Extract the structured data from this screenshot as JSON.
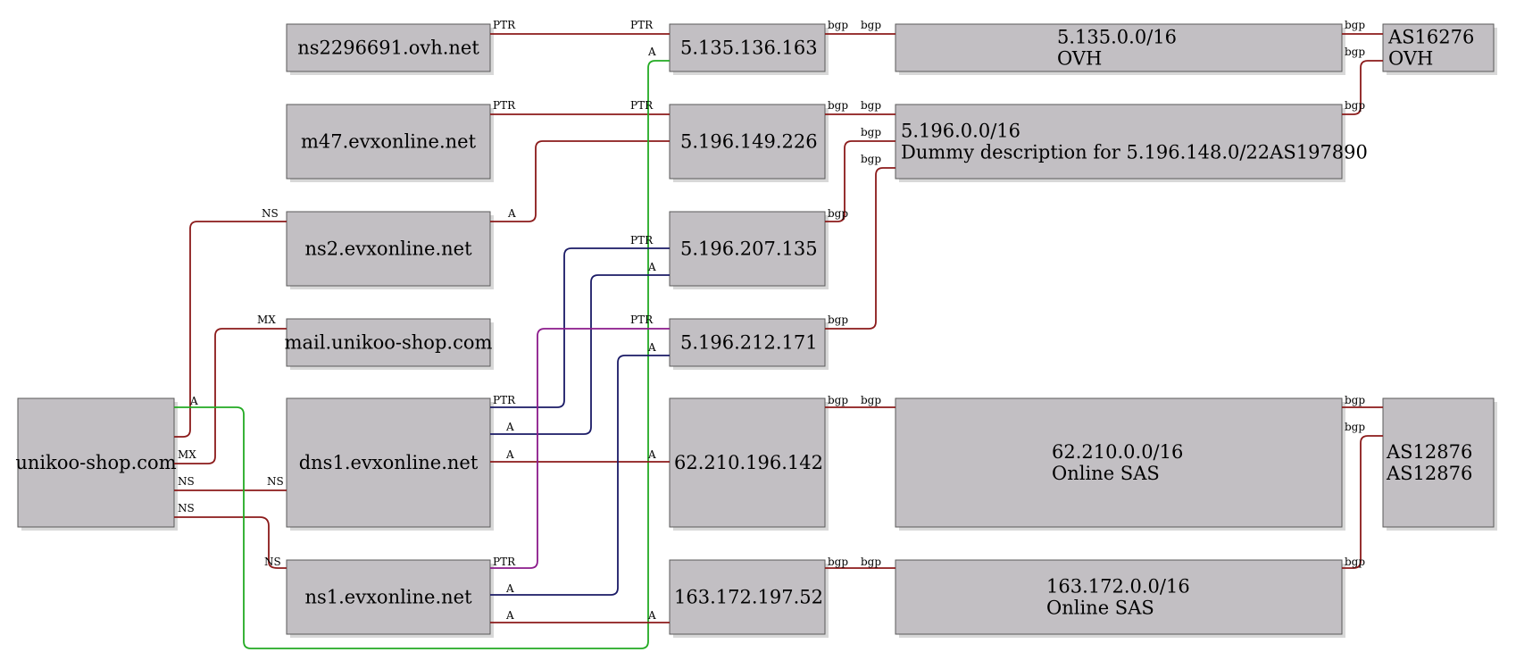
{
  "colors": {
    "node_fill": "#c2bfc3",
    "node_border": "#5a5a5a",
    "edge_red": "#8b1a1a",
    "edge_green": "#22aa22",
    "edge_navy": "#1a1a66",
    "edge_purple": "#8b1a8b"
  },
  "nodes": {
    "domain": [
      "unikoo-shop.com"
    ],
    "ns2296691": [
      "ns2296691.ovh.net"
    ],
    "m47": [
      "m47.evxonline.net"
    ],
    "ns2": [
      "ns2.evxonline.net"
    ],
    "mail": [
      "mail.unikoo-shop.com"
    ],
    "dns1": [
      "dns1.evxonline.net"
    ],
    "ns1": [
      "ns1.evxonline.net"
    ],
    "ip1": [
      "5.135.136.163"
    ],
    "ip2": [
      "5.196.149.226"
    ],
    "ip3": [
      "5.196.207.135"
    ],
    "ip4": [
      "5.196.212.171"
    ],
    "ip5": [
      "62.210.196.142"
    ],
    "ip6": [
      "163.172.197.52"
    ],
    "net1": [
      "5.135.0.0/16",
      "OVH"
    ],
    "net2": [
      "5.196.0.0/16",
      "Dummy description for 5.196.148.0/22AS197890"
    ],
    "net3": [
      "62.210.0.0/16",
      "Online SAS"
    ],
    "net4": [
      "163.172.0.0/16",
      "Online SAS"
    ],
    "as1": [
      "AS16276",
      "OVH"
    ],
    "as2": [
      "AS12876",
      "AS12876"
    ]
  },
  "edges": [
    {
      "from": "ns2296691",
      "to": "ip1",
      "labels": [
        "PTR",
        "PTR"
      ],
      "color": "red"
    },
    {
      "from": "m47",
      "to": "ip2",
      "labels": [
        "PTR",
        "PTR"
      ],
      "color": "red"
    },
    {
      "from": "ns2",
      "to": "ip2",
      "labels": [
        "A"
      ],
      "color": "red"
    },
    {
      "from": "domain",
      "to": "ns2",
      "labels": [
        "NS"
      ],
      "color": "red"
    },
    {
      "from": "domain",
      "to": "mail",
      "labels": [
        "MX",
        "MX"
      ],
      "color": "red"
    },
    {
      "from": "domain",
      "to": "dns1",
      "labels": [
        "NS",
        "NS"
      ],
      "color": "red"
    },
    {
      "from": "domain",
      "to": "ns1",
      "labels": [
        "NS",
        "NS"
      ],
      "color": "red"
    },
    {
      "from": "domain",
      "to": "ip1",
      "labels": [
        "A",
        "A"
      ],
      "color": "green"
    },
    {
      "from": "dns1",
      "to": "ip3",
      "labels": [
        "PTR",
        "PTR"
      ],
      "color": "navy"
    },
    {
      "from": "dns1",
      "to": "ip3",
      "labels": [
        "A",
        "A"
      ],
      "color": "navy"
    },
    {
      "from": "dns1",
      "to": "ip5",
      "labels": [
        "A",
        "A"
      ],
      "color": "red"
    },
    {
      "from": "ns1",
      "to": "ip4",
      "labels": [
        "PTR",
        "PTR"
      ],
      "color": "purple"
    },
    {
      "from": "ns1",
      "to": "ip4",
      "labels": [
        "A",
        "A"
      ],
      "color": "navy"
    },
    {
      "from": "ns1",
      "to": "ip6",
      "labels": [
        "A",
        "A"
      ],
      "color": "red"
    },
    {
      "from": "ip1",
      "to": "net1",
      "labels": [
        "bgp",
        "bgp"
      ],
      "color": "red"
    },
    {
      "from": "ip2",
      "to": "net2",
      "labels": [
        "bgp",
        "bgp"
      ],
      "color": "red"
    },
    {
      "from": "ip3",
      "to": "net2",
      "labels": [
        "bgp",
        "bgp"
      ],
      "color": "red"
    },
    {
      "from": "ip4",
      "to": "net2",
      "labels": [
        "bgp",
        "bgp"
      ],
      "color": "red"
    },
    {
      "from": "ip5",
      "to": "net3",
      "labels": [
        "bgp",
        "bgp"
      ],
      "color": "red"
    },
    {
      "from": "ip6",
      "to": "net4",
      "labels": [
        "bgp",
        "bgp"
      ],
      "color": "red"
    },
    {
      "from": "net1",
      "to": "as1",
      "labels": [
        "bgp"
      ],
      "color": "red"
    },
    {
      "from": "net2",
      "to": "as1",
      "labels": [
        "bgp",
        "bgp"
      ],
      "color": "red"
    },
    {
      "from": "net3",
      "to": "as2",
      "labels": [
        "bgp"
      ],
      "color": "red"
    },
    {
      "from": "net4",
      "to": "as2",
      "labels": [
        "bgp",
        "bgp"
      ],
      "color": "red"
    }
  ]
}
